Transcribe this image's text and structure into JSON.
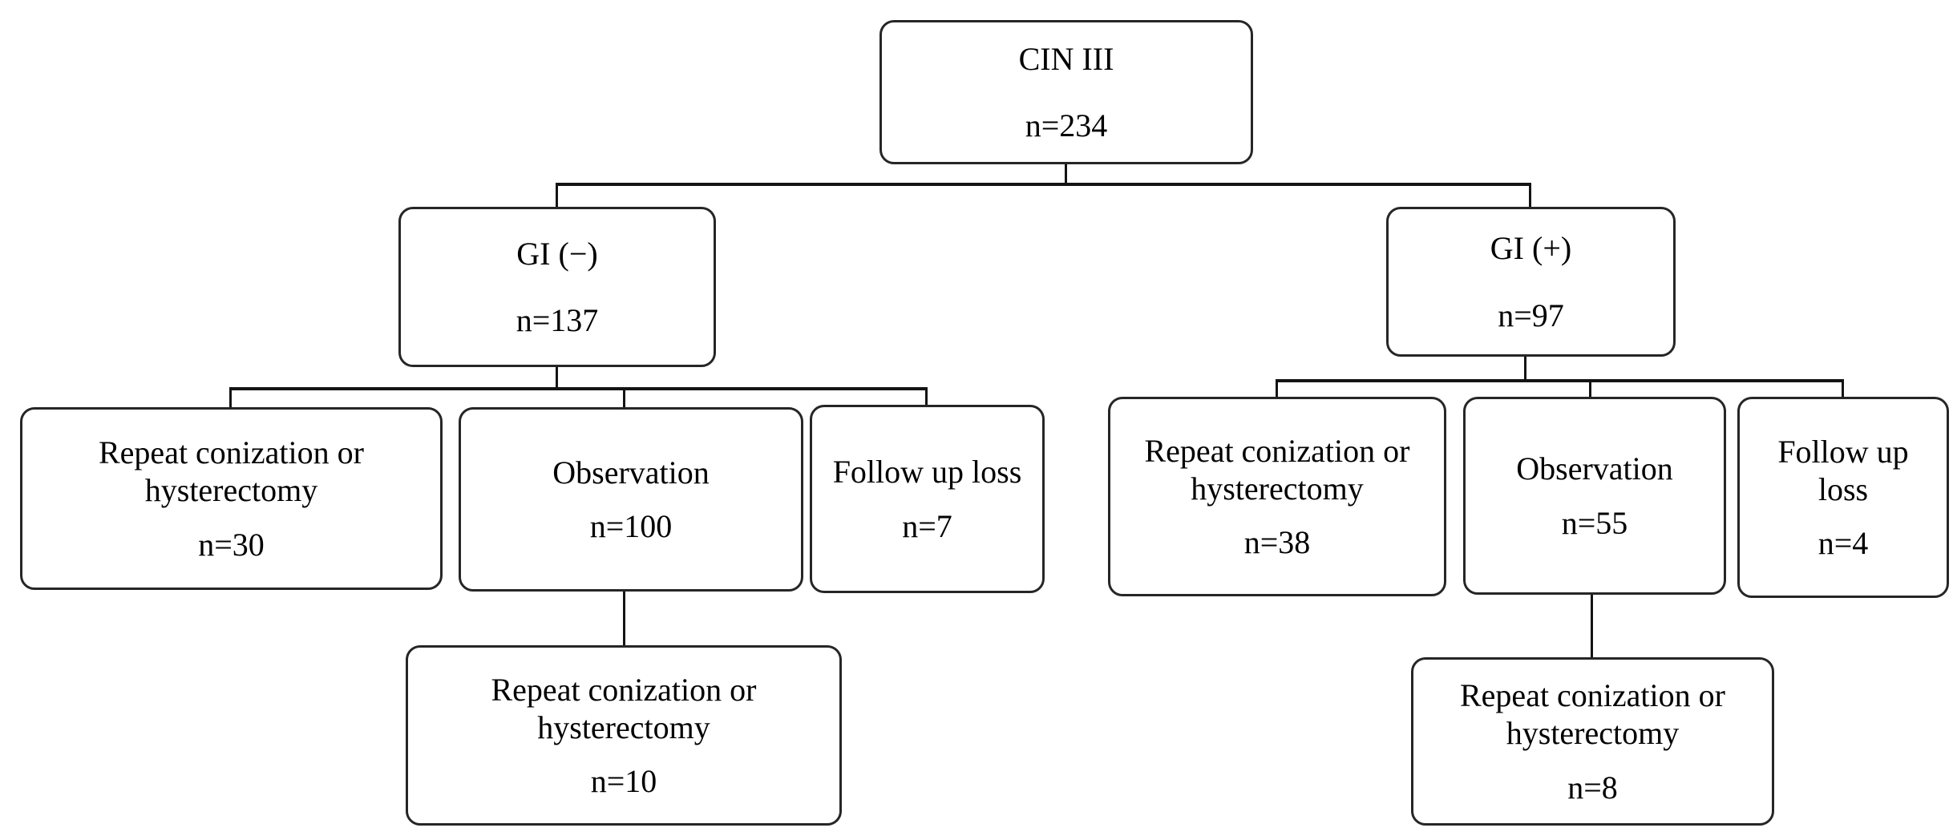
{
  "diagram": {
    "type": "flowchart",
    "description": "Patient flow diagram for CIN III cohort split by glandular involvement (GI) status and subsequent management",
    "colors": {
      "background": "#ffffff",
      "box_border": "#262626",
      "connector_line": "#141414",
      "text": "#000000"
    },
    "nodes": {
      "root": {
        "label": "CIN III",
        "count": "n=234"
      },
      "gi_negative": {
        "label": "GI (−)",
        "count": "n=137"
      },
      "gi_positive": {
        "label": "GI (+)",
        "count": "n=97"
      },
      "neg_repeat": {
        "label": "Repeat conization or hysterectomy",
        "count": "n=30"
      },
      "neg_observation": {
        "label": "Observation",
        "count": "n=100"
      },
      "neg_followup_loss": {
        "label": "Follow up loss",
        "count": "n=7"
      },
      "neg_obs_repeat": {
        "label": "Repeat conization or hysterectomy",
        "count": "n=10"
      },
      "pos_repeat": {
        "label": "Repeat conization or hysterectomy",
        "count": "n=38"
      },
      "pos_observation": {
        "label": "Observation",
        "count": "n=55"
      },
      "pos_followup_loss": {
        "label": "Follow up loss",
        "count": "n=4"
      },
      "pos_obs_repeat": {
        "label": "Repeat conization or hysterectomy",
        "count": "n=8"
      }
    },
    "edges": [
      {
        "from": "root",
        "to": "gi_negative"
      },
      {
        "from": "root",
        "to": "gi_positive"
      },
      {
        "from": "gi_negative",
        "to": "neg_repeat"
      },
      {
        "from": "gi_negative",
        "to": "neg_observation"
      },
      {
        "from": "gi_negative",
        "to": "neg_followup_loss"
      },
      {
        "from": "neg_observation",
        "to": "neg_obs_repeat"
      },
      {
        "from": "gi_positive",
        "to": "pos_repeat"
      },
      {
        "from": "gi_positive",
        "to": "pos_observation"
      },
      {
        "from": "gi_positive",
        "to": "pos_followup_loss"
      },
      {
        "from": "pos_observation",
        "to": "pos_obs_repeat"
      }
    ]
  }
}
